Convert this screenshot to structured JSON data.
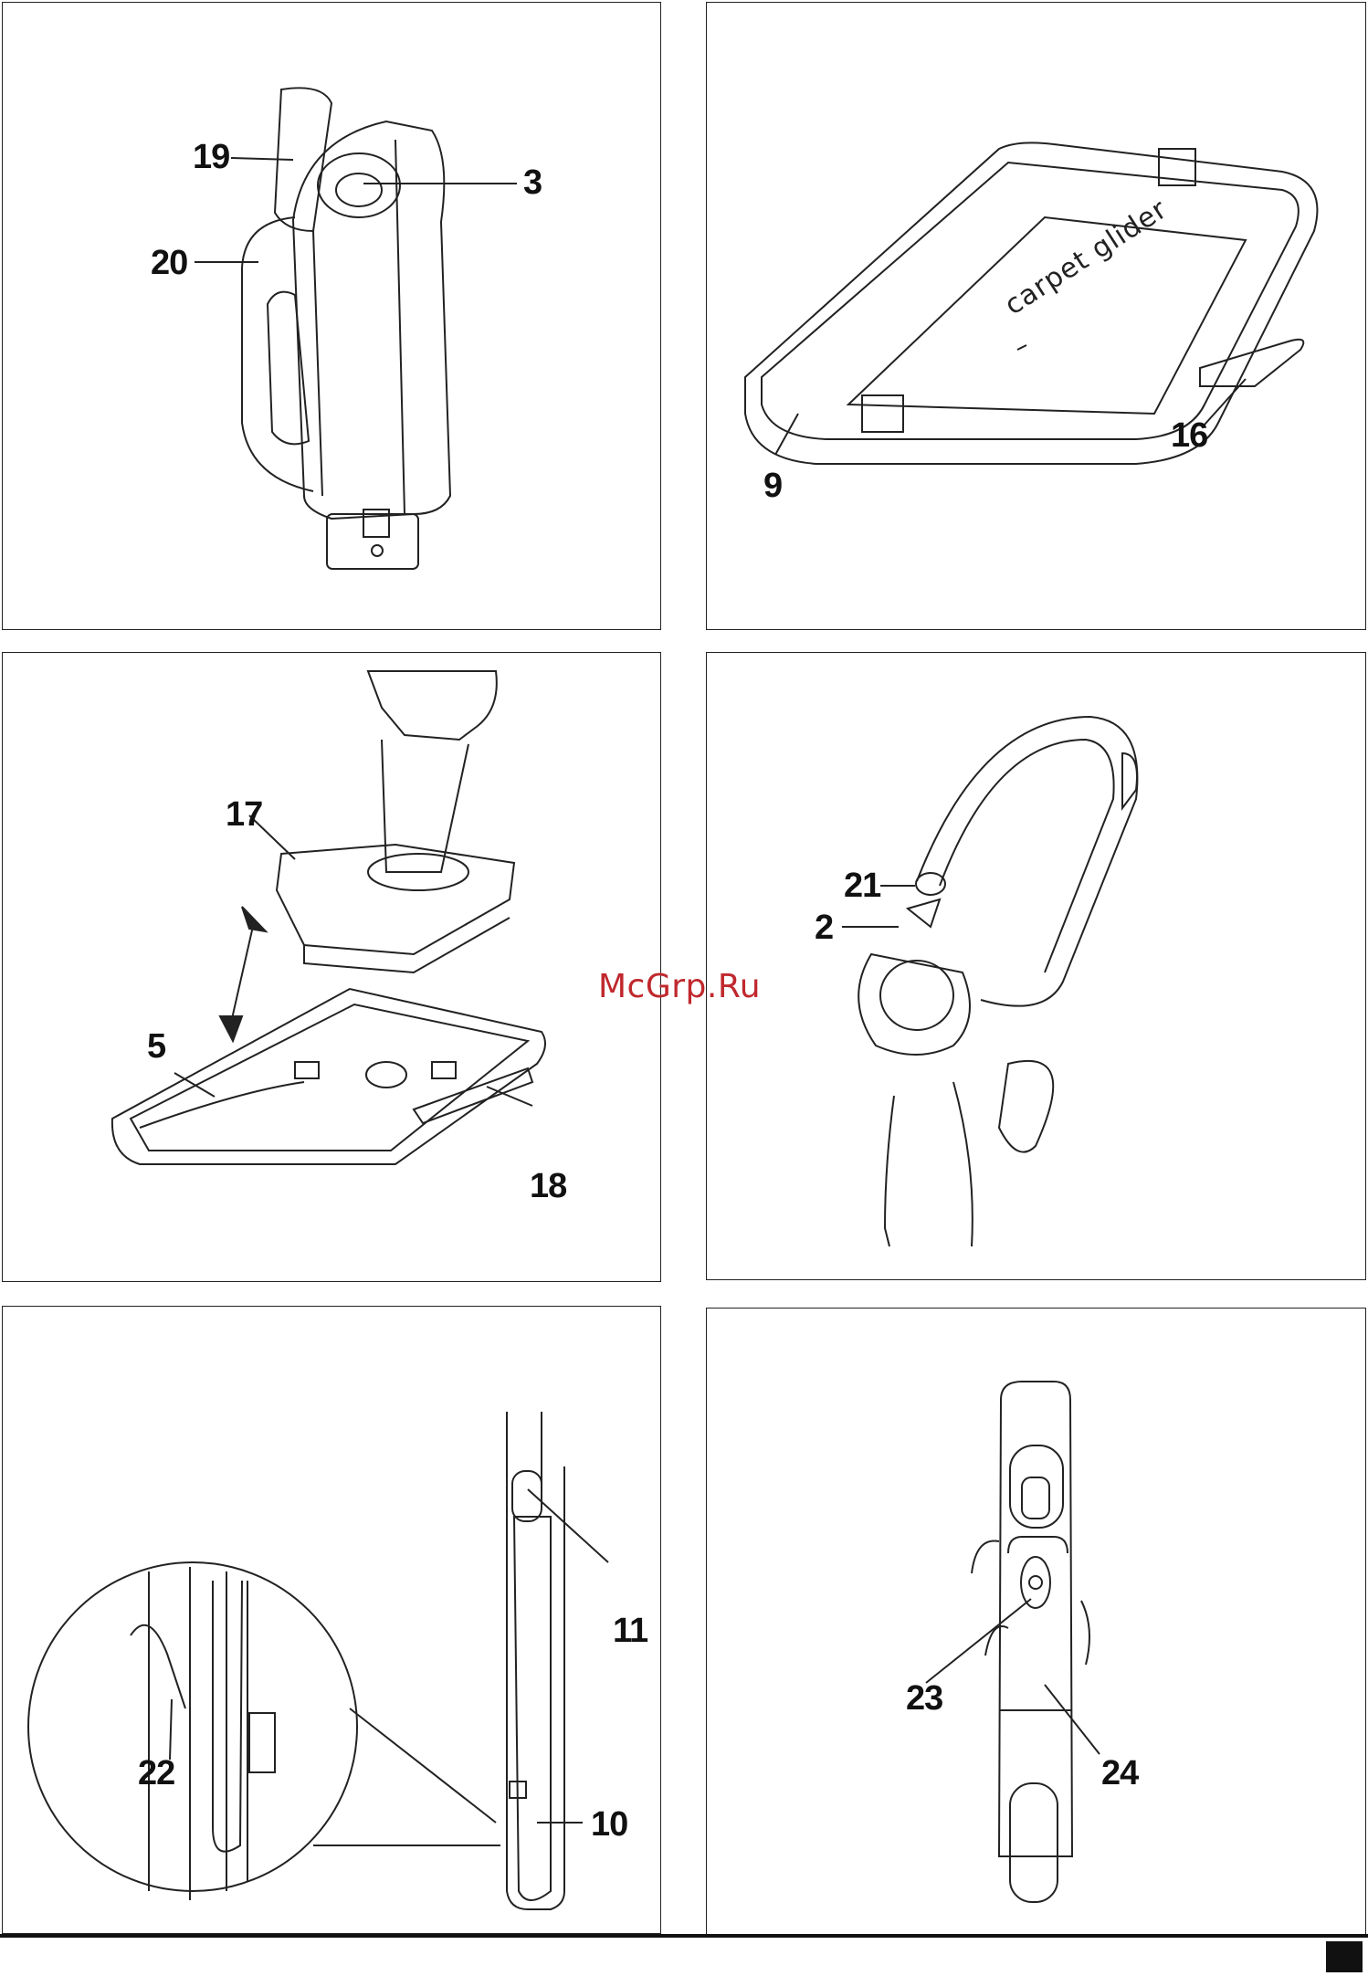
{
  "watermark": "McGrp.Ru",
  "panels": [
    {
      "id": "panel-a",
      "callouts": [
        "19",
        "3",
        "20"
      ]
    },
    {
      "id": "panel-b",
      "callouts": [
        "9",
        "16"
      ],
      "tray_text": "carpet glider"
    },
    {
      "id": "panel-c",
      "callouts": [
        "17",
        "5",
        "18"
      ]
    },
    {
      "id": "panel-d",
      "callouts": [
        "21",
        "2"
      ]
    },
    {
      "id": "panel-e",
      "callouts": [
        "11",
        "22",
        "10"
      ]
    },
    {
      "id": "panel-f",
      "callouts": [
        "23",
        "24"
      ]
    }
  ]
}
